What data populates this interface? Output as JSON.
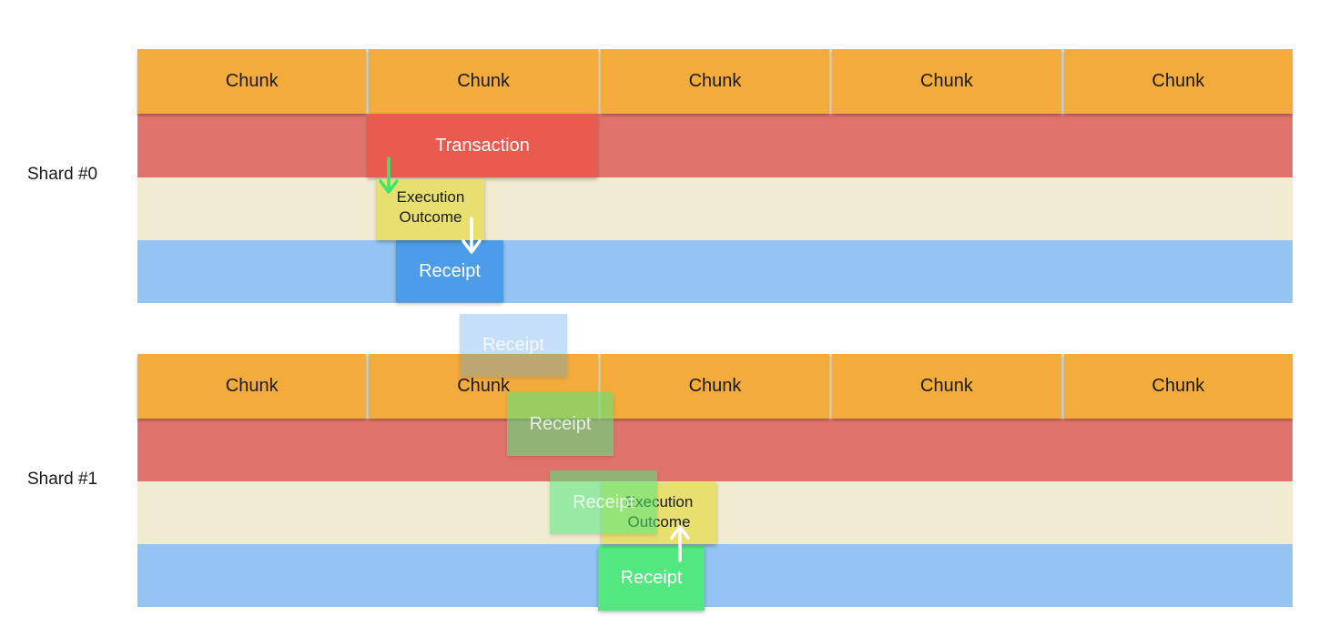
{
  "colors": {
    "chunk_orange": "#F3AC3C",
    "chunk_gap": "#E5DFC9",
    "lane_red": "#E0746C",
    "lane_cream": "#F0EBD1",
    "lane_blue": "#94C5F2",
    "transaction_red": "#E95B4E",
    "outcome_yellow": "#E7DF6E",
    "receipt_blue": "#4D9CE9",
    "receipt_green": "#52E87F",
    "receipt_blue_faded": "rgba(77,156,233,0.32)",
    "receipt_green_faded": "rgba(82,232,127,0.55)",
    "arrow_green": "#3FE66C",
    "arrow_white": "#FFFFFF",
    "text_dark": "#1A1A1A",
    "text_light": "#FFFFFF",
    "text_light_faded": "rgba(255,255,255,0.78)"
  },
  "shard0": {
    "label": "Shard #0",
    "chunks": [
      "Chunk",
      "Chunk",
      "Chunk",
      "Chunk",
      "Chunk"
    ],
    "transaction": "Transaction",
    "execution_outcome": {
      "line1": "Execution",
      "line2": "Outcome"
    },
    "receipt": "Receipt"
  },
  "transfer": {
    "receipt": "Receipt"
  },
  "shard1": {
    "label": "Shard #1",
    "chunks": [
      "Chunk",
      "Chunk",
      "Chunk",
      "Chunk",
      "Chunk"
    ],
    "receipt_hop1": "Receipt",
    "receipt_hop2": "Receipt",
    "execution_outcome": {
      "line1": "Execution",
      "line2": "Outcome"
    },
    "receipt": "Receipt"
  }
}
